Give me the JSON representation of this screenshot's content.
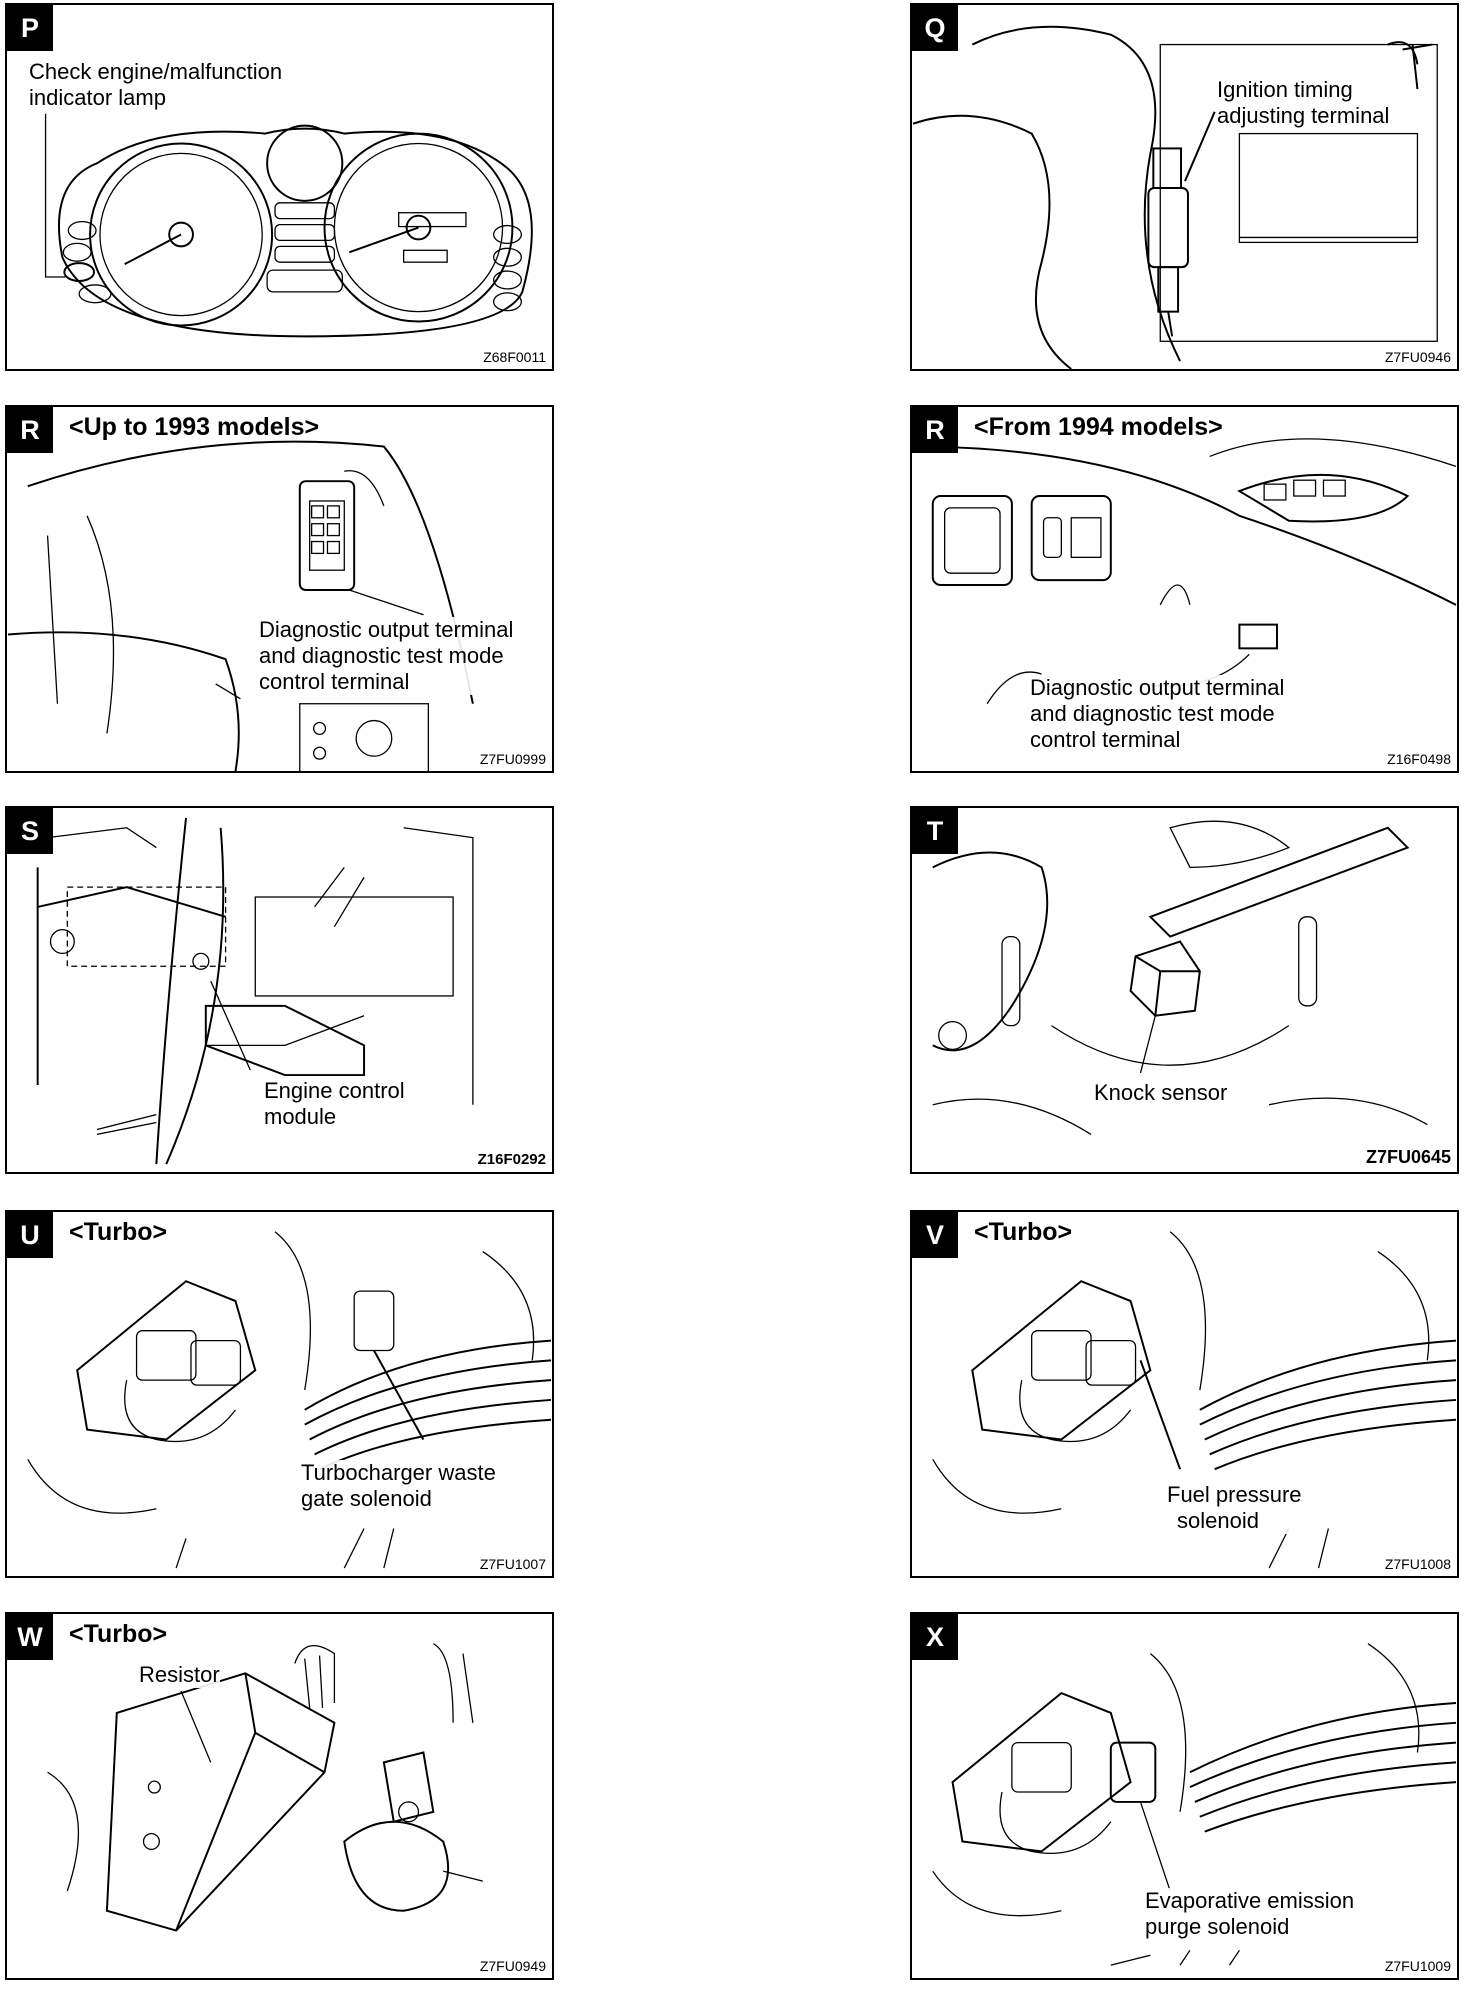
{
  "panels": {
    "p": {
      "letter": "P",
      "title": "",
      "label_line1": "Check engine/malfunction",
      "label_line2": "indicator lamp",
      "code": "Z68F0011"
    },
    "q": {
      "letter": "Q",
      "title": "",
      "label_line1": "Ignition timing",
      "label_line2": "adjusting terminal",
      "code": "Z7FU0946"
    },
    "r1": {
      "letter": "R",
      "title": "<Up to 1993 models>",
      "label_line1": "Diagnostic output terminal",
      "label_line2": "and diagnostic test mode",
      "label_line3": "control terminal",
      "code": "Z7FU0999"
    },
    "r2": {
      "letter": "R",
      "title": "<From 1994 models>",
      "label_line1": "Diagnostic output terminal",
      "label_line2": "and diagnostic test mode",
      "label_line3": "control terminal",
      "code": "Z16F0498"
    },
    "s": {
      "letter": "S",
      "title": "",
      "label_line1": "Engine control",
      "label_line2": "module",
      "code": "Z16F0292"
    },
    "t": {
      "letter": "T",
      "title": "",
      "label_line1": "Knock sensor",
      "code": "Z7FU0645"
    },
    "u": {
      "letter": "U",
      "title": "<Turbo>",
      "label_line1": "Turbocharger waste",
      "label_line2": "gate solenoid",
      "code": "Z7FU1007"
    },
    "v": {
      "letter": "V",
      "title": "<Turbo>",
      "label_line1": "Fuel pressure",
      "label_line2": "solenoid",
      "code": "Z7FU1008"
    },
    "w": {
      "letter": "W",
      "title": "<Turbo>",
      "label_line1": "Resistor",
      "code": "Z7FU0949"
    },
    "x": {
      "letter": "X",
      "title": "",
      "label_line1": "Evaporative emission",
      "label_line2": "purge solenoid",
      "code": "Z7FU1009"
    }
  }
}
